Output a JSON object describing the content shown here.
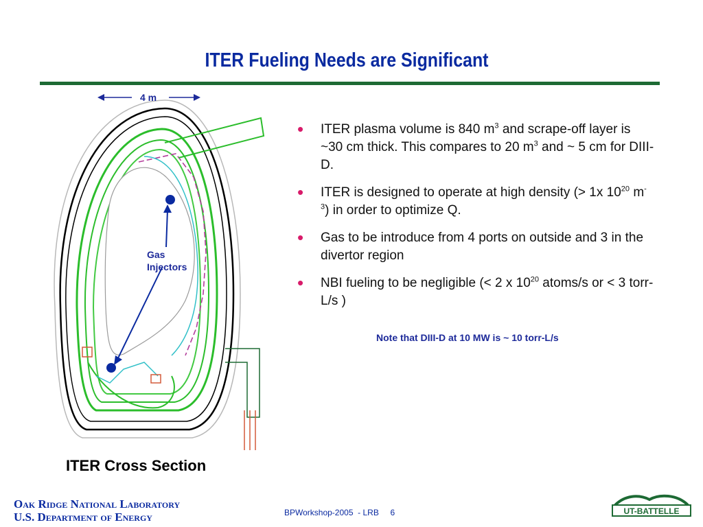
{
  "slide": {
    "title": "ITER Fueling Needs are Significant",
    "figure_dimension": "4 m",
    "injector_label": "Gas Injectors",
    "caption": "ITER Cross Section",
    "bullets": [
      {
        "pre": "ITER plasma volume is 840 m",
        "sup1": "3",
        "mid": " and scrape-off layer is ~30 cm thick. This compares to 20 m",
        "sup2": "3",
        "post": " and ~ 5 cm for DIII-D."
      },
      {
        "pre": "ITER is designed to operate at high density (> 1x 10",
        "sup1": "20",
        "mid": " m",
        "sup2": "-3",
        "post": ") in order to optimize Q."
      },
      {
        "pre": "Gas to be introduce from 4 ports on outside and 3 in the divertor region",
        "sup1": "",
        "mid": "",
        "sup2": "",
        "post": ""
      },
      {
        "pre": "NBI fueling to be negligible (< 2 x 10",
        "sup1": "20",
        "mid": " atoms/s or  < 3 torr-L/s )",
        "sup2": "",
        "post": ""
      }
    ],
    "note": "Note that DIII-D at 10 MW is ~ 10 torr-L/s"
  },
  "footer": {
    "org_line1": "Oak Ridge National Laboratory",
    "org_line2": "U.S. Department of Energy",
    "center": "BPWorkshop-2005  - LRB     6",
    "logo_text": "UT-BATTELLE"
  },
  "colors": {
    "title": "#0a2aa0",
    "rule": "#1d6a34",
    "bullet": "#d81b6a",
    "note": "#1d2a9a"
  }
}
